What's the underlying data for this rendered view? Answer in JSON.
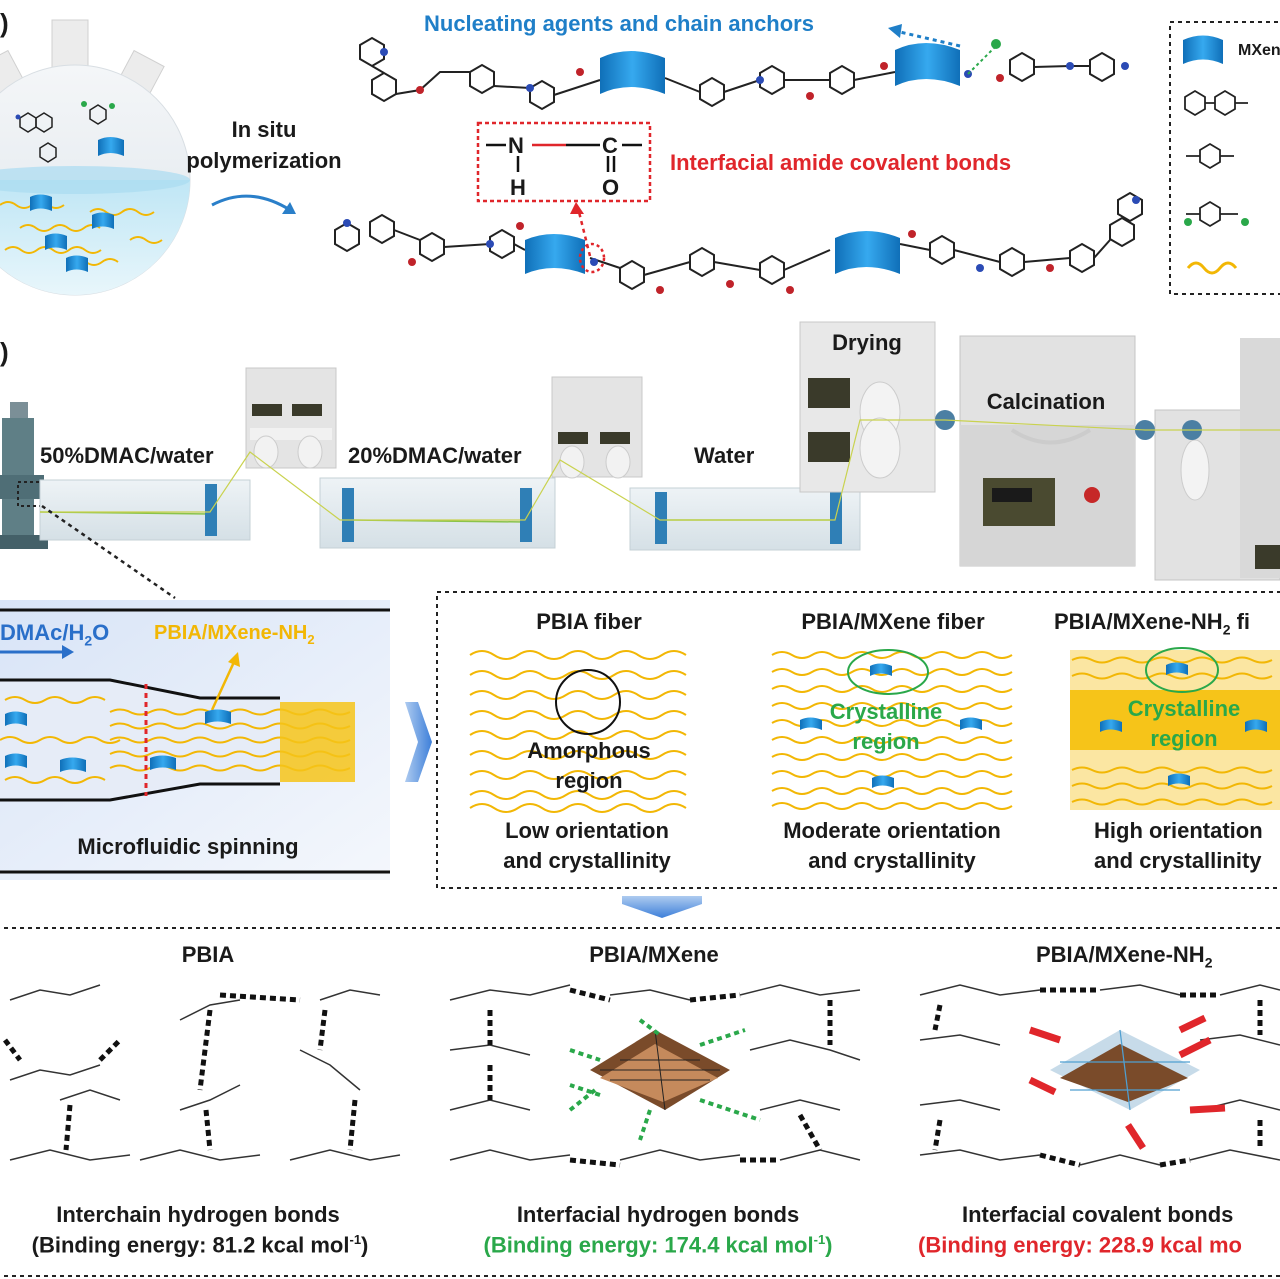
{
  "panel_a": {
    "label": ")",
    "process_line1": "In situ",
    "process_line2": "polymerization",
    "callout_top": "Nucleating agents and chain anchors",
    "callout_bond": "Interfacial amide covalent bonds",
    "amide": {
      "n": "N",
      "h": "H",
      "c": "C",
      "o": "O"
    },
    "legend_first": "MXen"
  },
  "panel_b": {
    "label": ")",
    "bath1": "50%DMAC/water",
    "bath2": "20%DMAC/water",
    "bath3": "Water",
    "drying": "Drying",
    "calcination": "Calcination"
  },
  "spinning": {
    "flow_label": "DMAc/H",
    "flow_sub": "2",
    "flow_tail": "O",
    "fiber_label": "PBIA/MXene-NH",
    "fiber_sub": "2",
    "caption": "Microfluidic spinning"
  },
  "fibers": [
    {
      "title": "PBIA fiber",
      "region_line1": "Amorphous",
      "region_line2": "region",
      "desc_line1": "Low orientation",
      "desc_line2": "and crystallinity"
    },
    {
      "title": "PBIA/MXene fiber",
      "region_line1": "Crystalline",
      "region_line2": "region",
      "desc_line1": "Moderate orientation",
      "desc_line2": "and crystallinity"
    },
    {
      "title": "PBIA/MXene-NH",
      "title_sub": "2",
      "title_tail": " fi",
      "region_line1": "Crystalline",
      "region_line2": "region",
      "desc_line1": "High orientation",
      "desc_line2": "and crystallinity"
    }
  ],
  "bonding": [
    {
      "title": "PBIA",
      "bond": "Interchain hydrogen bonds",
      "energy_prefix": "(Binding energy: 81.2 kcal mol",
      "energy_sup": "-1",
      "energy_suffix": ")"
    },
    {
      "title": "PBIA/MXene",
      "bond": "Interfacial hydrogen bonds",
      "energy_prefix": "(Binding energy: 174.4 kcal mol",
      "energy_sup": "-1",
      "energy_suffix": ")"
    },
    {
      "title": "PBIA/MXene-NH",
      "title_sub": "2",
      "bond": "Interfacial covalent bonds",
      "energy_prefix": "(Binding energy: 228.9 kcal mo",
      "energy_sup": "",
      "energy_suffix": ""
    }
  ],
  "colors": {
    "mxene_blue": "#1c8fd6",
    "fiber_yellow": "#f2b705",
    "bond_red": "#e0262b",
    "bond_green": "#2aa84a",
    "machine_gray": "#d9d9d9"
  }
}
